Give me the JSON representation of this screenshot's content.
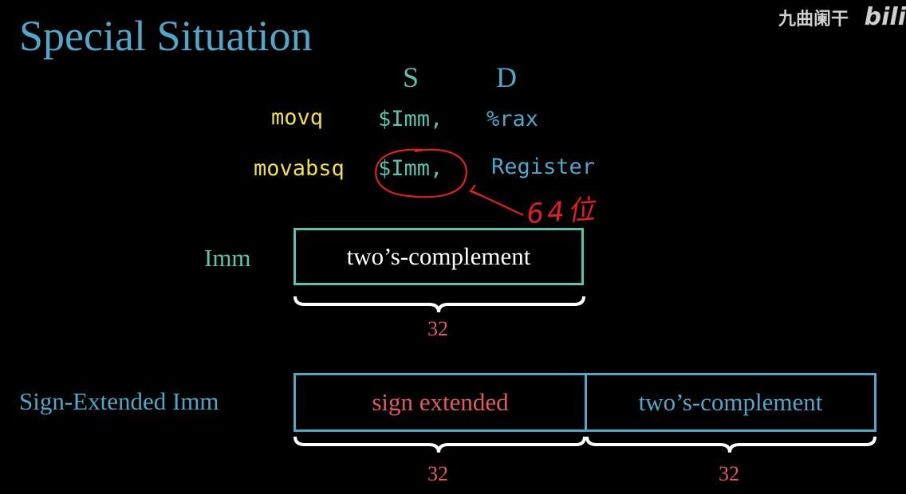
{
  "title": "Special Situation",
  "watermark": "九曲阑干",
  "columns": {
    "source": "S",
    "dest": "D"
  },
  "instructions": [
    {
      "mnemonic": "movq",
      "source": "$Imm,",
      "dest": "%rax"
    },
    {
      "mnemonic": "movabsq",
      "source": "$Imm,",
      "dest": "Register"
    }
  ],
  "annotation": "64位",
  "imm_row": {
    "label": "Imm",
    "box": "two’s-complement",
    "width": "32"
  },
  "ext_row": {
    "label": "Sign-Extended Imm",
    "left_box": "sign extended",
    "right_box": "two’s-complement",
    "left_width": "32",
    "right_width": "32"
  },
  "colors": {
    "background": "#000000",
    "title": "#4fa8c9",
    "mnemonic": "#f2e043",
    "source": "#58c4b0",
    "dest": "#4fa8c9",
    "number": "#e35b58",
    "annotation": "#e02020"
  }
}
